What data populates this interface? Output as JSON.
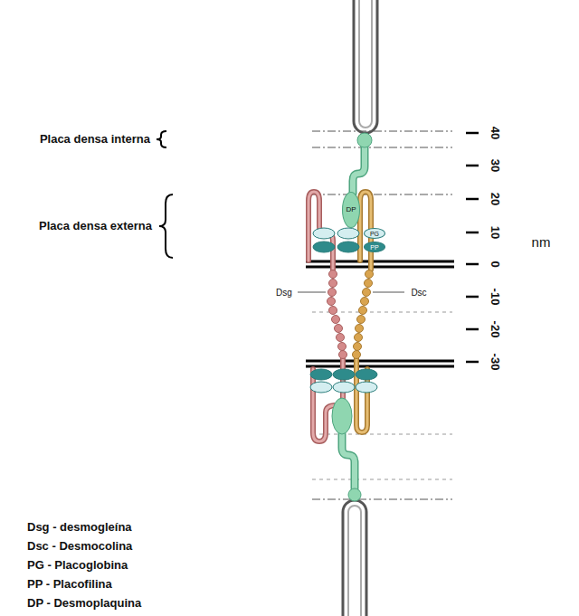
{
  "diagram": {
    "nodes": [
      {
        "text": [
          "DP"
        ]
      },
      {
        "text": [
          "PG"
        ]
      },
      {
        "text": [
          "PP"
        ]
      }
    ],
    "labels": [
      "Placa densa interna",
      "Placa densa externa",
      "Dsg",
      "Dsc",
      "40",
      "30",
      "20",
      "10",
      "0",
      "-10",
      "-20",
      "-30",
      "nm",
      "Dsg - desmogleína",
      "Dsc - Desmocolina",
      "PG - Placoglobina",
      "PP - Placofilina",
      "DP - Desmoplaquina"
    ]
  }
}
